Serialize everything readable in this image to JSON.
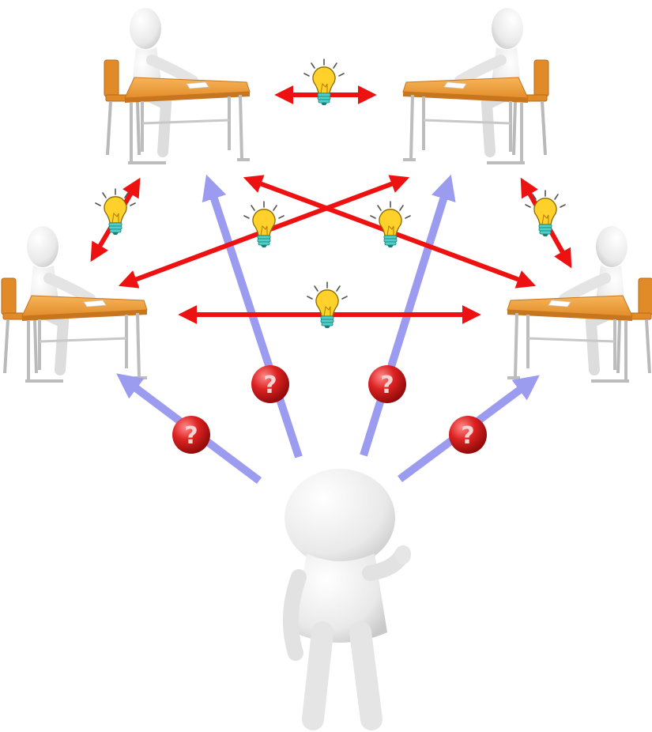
{
  "colors": {
    "background": "#ffffff",
    "exchange_arrow": "#ee1111",
    "question_arrow": "#9b9bf0",
    "figure": "#eeeeee",
    "desk_top": "#f0a040",
    "chair": "#e08a28",
    "bulb": "#ffd12a",
    "question_ball": "#cc1a1a"
  },
  "figures": {
    "students": [
      "student-top-left",
      "student-top-right",
      "student-middle-left",
      "student-middle-right"
    ],
    "teacher": "teacher-figure"
  },
  "icons": {
    "idea": "lightbulb-icon",
    "question": "question-mark-icon"
  },
  "question_mark": "?"
}
